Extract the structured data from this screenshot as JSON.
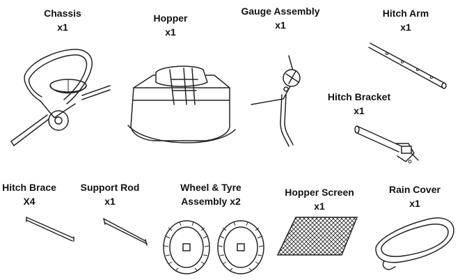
{
  "parts": [
    {
      "id": "chassis",
      "name": "Chassis",
      "qty": "x1",
      "icon": "chassis-icon"
    },
    {
      "id": "hopper",
      "name": "Hopper",
      "qty": "x1",
      "icon": "hopper-icon"
    },
    {
      "id": "gauge",
      "name": "Gauge Assembly",
      "qty": "x1",
      "icon": "gauge-assembly-icon"
    },
    {
      "id": "hitch_arm",
      "name": "Hitch Arm",
      "qty": "x1",
      "icon": "hitch-arm-icon"
    },
    {
      "id": "hitch_bracket",
      "name": "Hitch Bracket",
      "qty": "x1",
      "icon": "hitch-bracket-icon"
    },
    {
      "id": "hitch_brace",
      "name": "Hitch Brace",
      "qty": "X4",
      "icon": "hitch-brace-icon"
    },
    {
      "id": "support_rod",
      "name": "Support Rod",
      "qty": "x1",
      "icon": "support-rod-icon"
    },
    {
      "id": "wheel",
      "name": "Wheel & Tyre",
      "qty": "Assembly x2",
      "icon": "wheel-tyre-icon"
    },
    {
      "id": "hopper_screen",
      "name": "Hopper Screen",
      "qty": "x1",
      "icon": "hopper-screen-icon"
    },
    {
      "id": "rain_cover",
      "name": "Rain Cover",
      "qty": "x1",
      "icon": "rain-cover-icon"
    }
  ]
}
